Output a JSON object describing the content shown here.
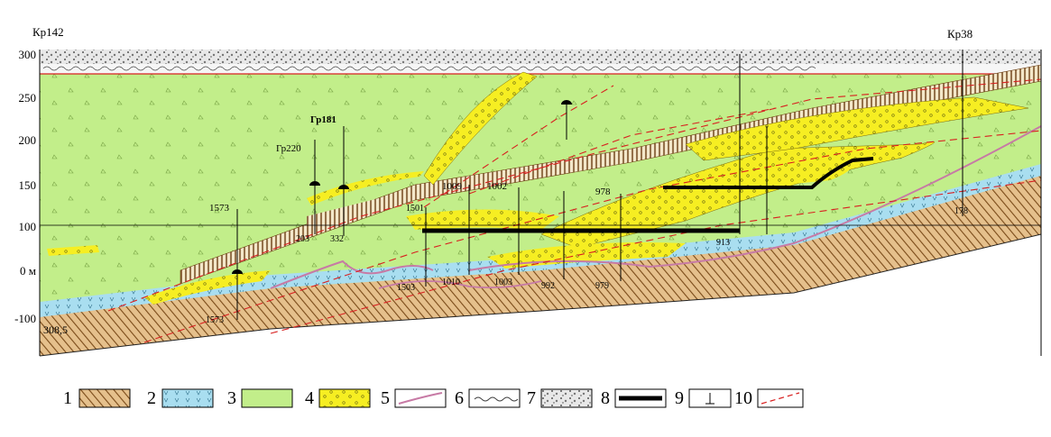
{
  "section": {
    "well_labels": {
      "left_top": "Кр142",
      "right_top": "Кр38",
      "gr181": "Гр181",
      "gr220": "Гр220",
      "w1573_top": "1573",
      "w1573_bottom": "1573",
      "w1009": "1009",
      "w1002": "1002",
      "w978": "978",
      "w1501": "1501",
      "w332": "332",
      "w203": "203",
      "w1503": "1503",
      "w1010": "1010",
      "w1003": "1003",
      "w992": "992",
      "w979": "979",
      "w913": "913",
      "w178": "178",
      "depth_left": "308,5"
    },
    "depth_axis": [
      "300",
      "250",
      "200",
      "150",
      "100",
      "0 м",
      "-100"
    ]
  },
  "legend": {
    "items": [
      {
        "num": "1",
        "pattern": "hatch"
      },
      {
        "num": "2",
        "pattern": "blue-v"
      },
      {
        "num": "3",
        "pattern": "green-tri"
      },
      {
        "num": "4",
        "pattern": "yellow-dots"
      },
      {
        "num": "5",
        "pattern": "pink-line"
      },
      {
        "num": "6",
        "pattern": "wavy"
      },
      {
        "num": "7",
        "pattern": "gravel"
      },
      {
        "num": "8",
        "pattern": "thick-line"
      },
      {
        "num": "9",
        "pattern": "well-sym"
      },
      {
        "num": "10",
        "pattern": "red-dash"
      }
    ]
  },
  "colors": {
    "green": "#c2ee8a",
    "yellow": "#f6ee22",
    "blue": "#a9def0",
    "hatch_bg": "#e5c08c",
    "hatch_line": "#7a4a18",
    "pink": "#c77aa5",
    "red": "#d82020"
  }
}
